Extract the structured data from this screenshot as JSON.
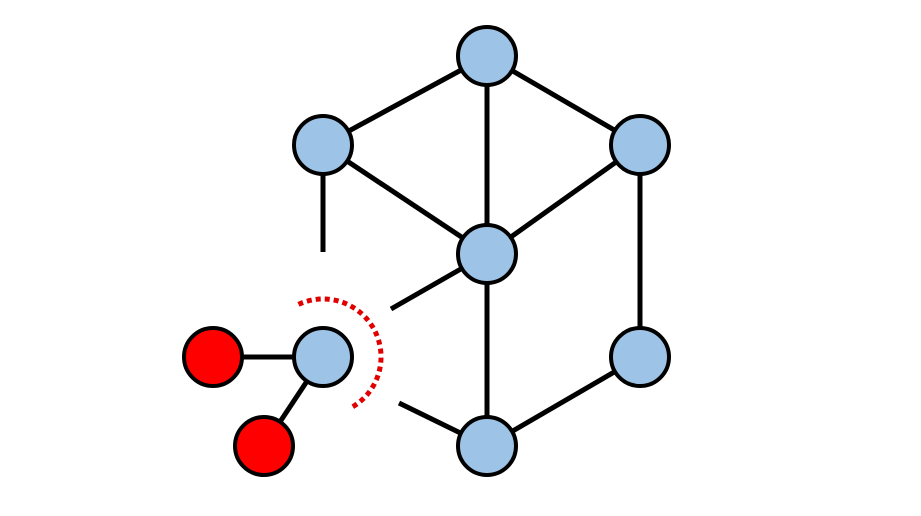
{
  "diagram": {
    "colors": {
      "background": "#ffffff",
      "node_fill": "#9dc3e6",
      "highlight_fill": "#ff0000",
      "stroke": "#000000",
      "cut_line": "#e00000"
    },
    "nodes": [
      {
        "id": "top",
        "group": "main"
      },
      {
        "id": "upper-left",
        "group": "main"
      },
      {
        "id": "upper-right",
        "group": "main"
      },
      {
        "id": "center",
        "group": "main"
      },
      {
        "id": "lower-right",
        "group": "main"
      },
      {
        "id": "bottom",
        "group": "main"
      },
      {
        "id": "detached",
        "group": "fragment"
      },
      {
        "id": "red-left",
        "group": "removed"
      },
      {
        "id": "red-bottom",
        "group": "removed"
      }
    ],
    "edges": [
      {
        "from": "top",
        "to": "upper-left"
      },
      {
        "from": "top",
        "to": "upper-right"
      },
      {
        "from": "top",
        "to": "center"
      },
      {
        "from": "upper-left",
        "to": "center"
      },
      {
        "from": "upper-right",
        "to": "center"
      },
      {
        "from": "upper-right",
        "to": "lower-right"
      },
      {
        "from": "center",
        "to": "bottom"
      },
      {
        "from": "lower-right",
        "to": "bottom"
      },
      {
        "from": "detached",
        "to": "red-left"
      },
      {
        "from": "detached",
        "to": "red-bottom"
      }
    ],
    "broken_edges": [
      {
        "from": "upper-left",
        "to": "detached"
      },
      {
        "from": "center",
        "to": "detached"
      },
      {
        "from": "bottom",
        "to": "detached"
      }
    ],
    "cut_marker": {
      "style": "dotted-arc",
      "around": "detached"
    }
  }
}
